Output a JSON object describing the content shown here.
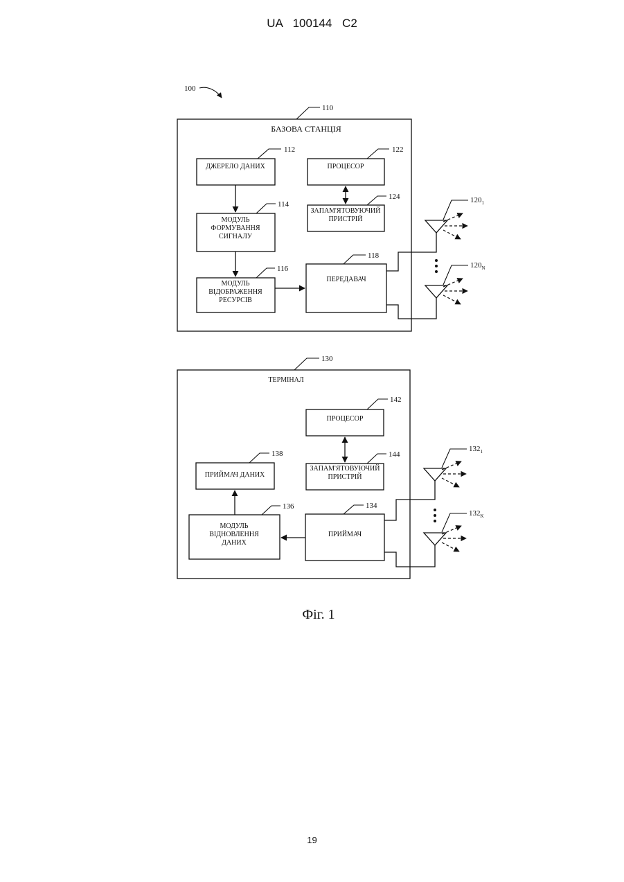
{
  "header": {
    "text": "UA 100144 C2"
  },
  "page_number": "19",
  "figure": {
    "caption": "Фіг. 1",
    "system_ref": "100",
    "base_station": {
      "ref": "110",
      "title": "БАЗОВА СТАНЦІЯ",
      "data_source": {
        "ref": "112",
        "lines": [
          "ДЖЕРЕЛО ДАНИХ"
        ]
      },
      "signal_forming_module": {
        "ref": "114",
        "lines": [
          "МОДУЛЬ",
          "ФОРМУВАННЯ",
          "СИГНАЛУ"
        ]
      },
      "resource_mapping_module": {
        "ref": "116",
        "lines": [
          "МОДУЛЬ",
          "ВІДОБРАЖЕННЯ",
          "РЕСУРСІВ"
        ]
      },
      "processor": {
        "ref": "122",
        "lines": [
          "ПРОЦЕСОР"
        ]
      },
      "memory": {
        "ref": "124",
        "lines": [
          "ЗАПАМ'ЯТОВУЮЧИЙ",
          "ПРИСТРІЙ"
        ]
      },
      "transmitter": {
        "ref": "118",
        "lines": [
          "ПЕРЕДАВАЧ"
        ]
      },
      "antenna_first": {
        "ref": "120",
        "sub": "1"
      },
      "antenna_last": {
        "ref": "120",
        "sub": "N"
      }
    },
    "terminal": {
      "ref": "130",
      "title": "ТЕРМІНАЛ",
      "processor": {
        "ref": "142",
        "lines": [
          "ПРОЦЕСОР"
        ]
      },
      "memory": {
        "ref": "144",
        "lines": [
          "ЗАПАМ'ЯТОВУЮЧИЙ",
          "ПРИСТРІЙ"
        ]
      },
      "data_receiver": {
        "ref": "138",
        "lines": [
          "ПРИЙМАЧ ДАНИХ"
        ]
      },
      "data_recovery_module": {
        "ref": "136",
        "lines": [
          "МОДУЛЬ",
          "ВІДНОВЛЕННЯ",
          "ДАНИХ"
        ]
      },
      "receiver": {
        "ref": "134",
        "lines": [
          "ПРИЙМАЧ"
        ]
      },
      "antenna_first": {
        "ref": "132",
        "sub": "1"
      },
      "antenna_last": {
        "ref": "132",
        "sub": "K"
      }
    }
  }
}
